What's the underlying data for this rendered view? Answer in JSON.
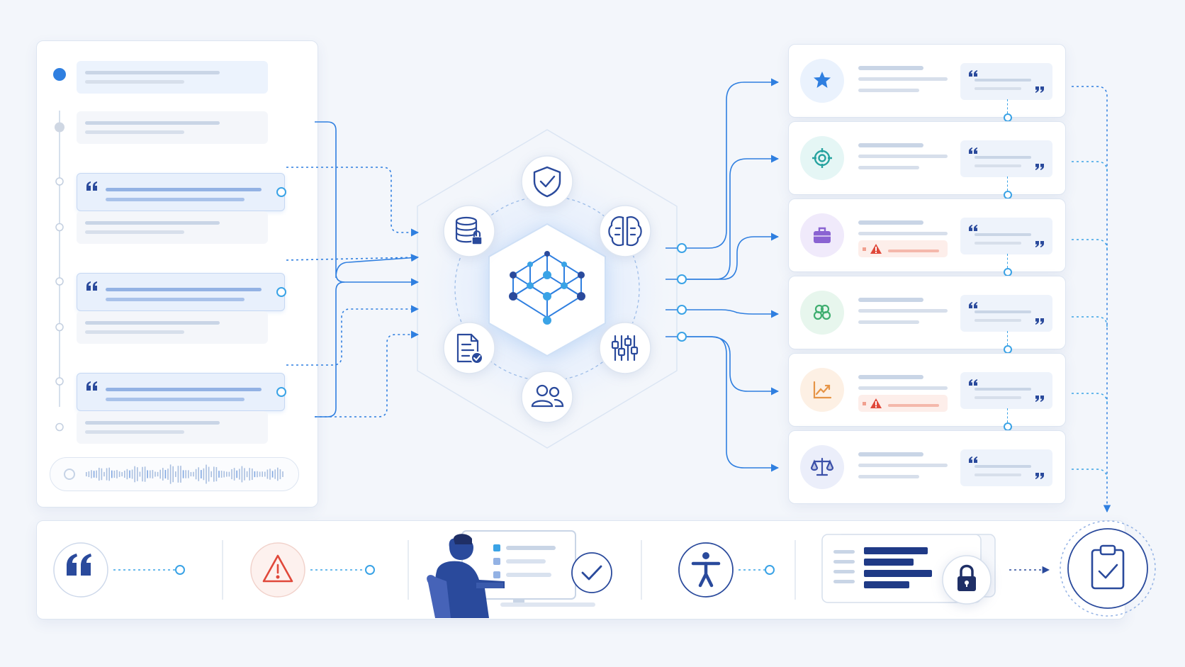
{
  "colors": {
    "accent": "#2f7fe0",
    "navy": "#2a4a9c",
    "line_light": "#c9d5e6",
    "line_mid": "#93b2e4",
    "warning": "#e0483a",
    "panel_border": "#dde5f1",
    "node_dot": "#3aa3e6"
  },
  "transcript": {
    "rows": [
      {
        "kind": "plain",
        "marker": "active"
      },
      {
        "kind": "plain",
        "marker": "grey"
      },
      {
        "kind": "quote",
        "marker": "ring"
      },
      {
        "kind": "plain",
        "marker": "ring"
      },
      {
        "kind": "quote",
        "marker": "ring"
      },
      {
        "kind": "plain",
        "marker": "ring"
      },
      {
        "kind": "quote",
        "marker": "ring"
      },
      {
        "kind": "plain",
        "marker": "ring"
      }
    ],
    "audio": {
      "icon": "play-icon"
    }
  },
  "hub": {
    "core_icon": "knowledge-graph-icon",
    "satellites": [
      {
        "name": "shield-check-icon"
      },
      {
        "name": "brain-icon"
      },
      {
        "name": "sliders-icon"
      },
      {
        "name": "users-icon"
      },
      {
        "name": "document-check-icon"
      },
      {
        "name": "database-lock-icon"
      }
    ]
  },
  "outputs": [
    {
      "icon": "star-icon",
      "icon_color": "#2f7fe0",
      "circle_color": "#eaf2fd",
      "warning": false
    },
    {
      "icon": "target-icon",
      "icon_color": "#27a3a0",
      "circle_color": "#e5f6f5",
      "warning": false
    },
    {
      "icon": "briefcase-icon",
      "icon_color": "#8a63d2",
      "circle_color": "#f0eafb",
      "warning": true
    },
    {
      "icon": "hearts-icon",
      "icon_color": "#3fae70",
      "circle_color": "#e7f6ed",
      "warning": false
    },
    {
      "icon": "trend-chart-icon",
      "icon_color": "#e69446",
      "circle_color": "#fdf0e4",
      "warning": true
    },
    {
      "icon": "scales-icon",
      "icon_color": "#3a4fa8",
      "circle_color": "#ebeefa",
      "warning": false
    }
  ],
  "bottom": {
    "items": [
      {
        "name": "quote-icon"
      },
      {
        "name": "warning-icon"
      },
      {
        "name": "reviewer-at-monitor-icon"
      },
      {
        "name": "accessibility-icon"
      },
      {
        "name": "locked-report-icon"
      },
      {
        "name": "clipboard-check-icon"
      }
    ]
  }
}
